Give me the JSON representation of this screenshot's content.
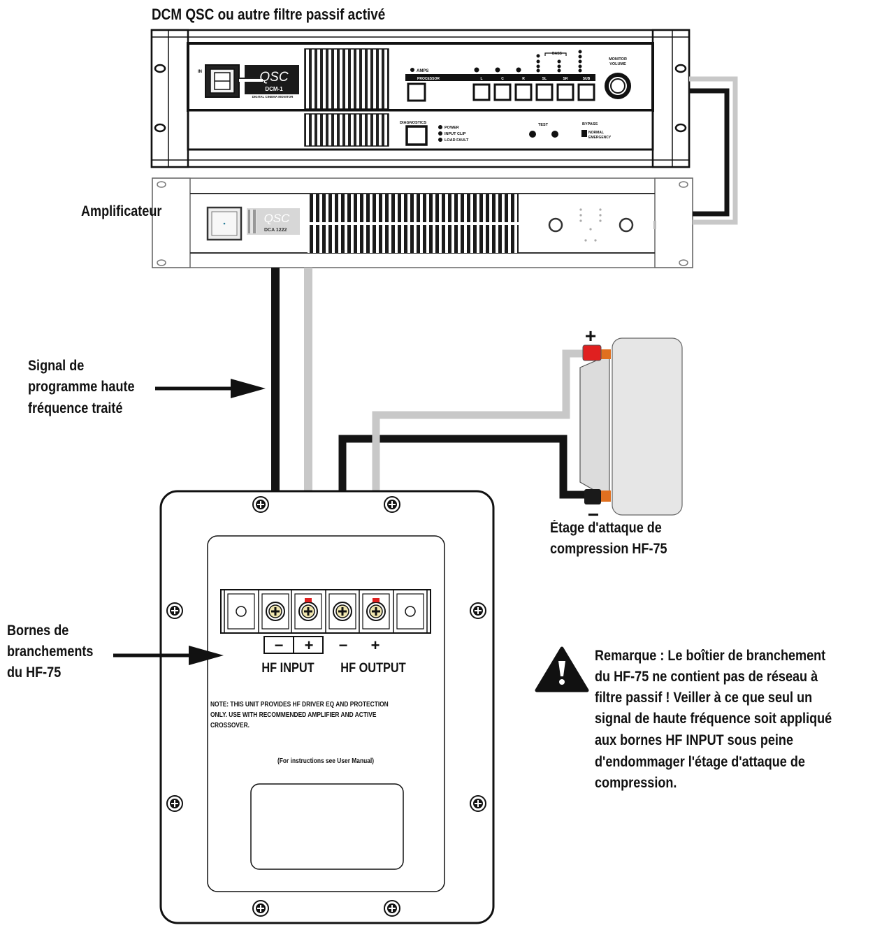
{
  "labels": {
    "title": "DCM QSC ou autre filtre passif activé",
    "amplifier": "Amplificateur",
    "signal_line1": "Signal de",
    "signal_line2": "programme haute",
    "signal_line3": "fréquence traité",
    "driver_line1": "Étage d'attaque de",
    "driver_line2": "compression HF-75",
    "terminals_line1": "Bornes de",
    "terminals_line2": "branchements",
    "terminals_line3": "du HF-75",
    "note_line1": "Remarque : Le boîtier de branchement",
    "note_line2": "du HF-75 ne contient pas de réseau à",
    "note_line3": "filtre passif ! Veiller à ce que seul un",
    "note_line4": "signal de haute fréquence soit appliqué",
    "note_line5": "aux bornes HF INPUT sous peine",
    "note_line6": "d'endommager l'étage d'attaque de",
    "note_line7": "compression."
  },
  "dcm": {
    "brand": "QSC",
    "model": "DCM-1",
    "subtitle": "DIGITAL CINEMA MONITOR",
    "amps_label": "AMPS",
    "processor_label": "PROCESSOR",
    "channels": [
      "L",
      "C",
      "R",
      "SL",
      "SR",
      "SUB"
    ],
    "bass_label": "BASS",
    "monitor_volume_line1": "MONITOR",
    "monitor_volume_line2": "VOLUME",
    "diagnostics_label": "DIAGNOSTICS",
    "status_items": [
      "POWER",
      "INPUT CLIP",
      "LOAD FAULT"
    ],
    "test_label": "TEST",
    "bypass_label": "BYPASS",
    "bypass_items": [
      "NORMAL",
      "EMERGENCY"
    ],
    "power_label": "IN"
  },
  "amp": {
    "brand": "QSC",
    "model": "DCA 1222"
  },
  "panel": {
    "minus": "−",
    "plus": "+",
    "hf_input": "HF INPUT",
    "hf_output": "HF OUTPUT",
    "note_line1": "NOTE: THIS UNIT PROVIDES HF DRIVER EQ AND PROTECTION",
    "note_line2": "ONLY. USE WITH RECOMMENDED AMPLIFIER AND ACTIVE",
    "note_line3": "CROSSOVER.",
    "instructions": "(For instructions see User Manual)"
  },
  "driver": {
    "plus_sign": "+",
    "minus_sign": "−"
  },
  "colors": {
    "black_wire": "#141414",
    "gray_wire": "#c8c8c8",
    "plus_terminal": "#e02020",
    "driver_flange": "#e07020"
  }
}
